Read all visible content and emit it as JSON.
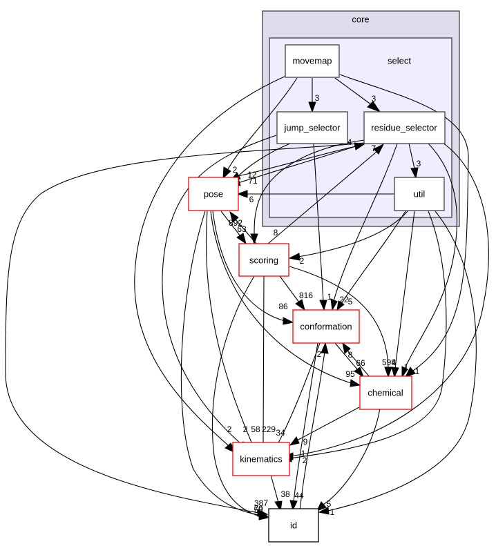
{
  "diagram": {
    "type": "directory-dependency-graph",
    "clusters": [
      {
        "id": "core",
        "label": "core"
      },
      {
        "id": "select",
        "label": "select",
        "parent": "core"
      }
    ],
    "nodes": [
      {
        "id": "movemap",
        "label": "movemap",
        "cluster": "select",
        "style": "subdir"
      },
      {
        "id": "jump_selector",
        "label": "jump_selector",
        "cluster": "select",
        "style": "subdir"
      },
      {
        "id": "residue_selector",
        "label": "residue_selector",
        "cluster": "select",
        "style": "subdir"
      },
      {
        "id": "util",
        "label": "util",
        "cluster": "select",
        "style": "subdir"
      },
      {
        "id": "pose",
        "label": "pose",
        "style": "external"
      },
      {
        "id": "scoring",
        "label": "scoring",
        "style": "external"
      },
      {
        "id": "conformation",
        "label": "conformation",
        "style": "external"
      },
      {
        "id": "chemical",
        "label": "chemical",
        "style": "external"
      },
      {
        "id": "kinematics",
        "label": "kinematics",
        "style": "external"
      },
      {
        "id": "id",
        "label": "id",
        "style": "plain"
      }
    ],
    "edges": [
      {
        "from": "movemap",
        "to": "jump_selector",
        "label": "3"
      },
      {
        "from": "movemap",
        "to": "residue_selector",
        "label": "3"
      },
      {
        "from": "movemap",
        "to": "pose",
        "label": "2"
      },
      {
        "from": "movemap",
        "to": "kinematics",
        "label": "2"
      },
      {
        "from": "movemap",
        "to": "chemical",
        "label": "1"
      },
      {
        "from": "jump_selector",
        "to": "pose",
        "label": "12"
      },
      {
        "from": "jump_selector",
        "to": "conformation",
        "label": "1"
      },
      {
        "from": "jump_selector",
        "to": "kinematics",
        "label": "2"
      },
      {
        "from": "residue_selector",
        "to": "util",
        "label": "3"
      },
      {
        "from": "residue_selector",
        "to": "pose",
        "label": "71"
      },
      {
        "from": "residue_selector",
        "to": "conformation",
        "label": "22"
      },
      {
        "from": "residue_selector",
        "to": "chemical",
        "label": "1"
      },
      {
        "from": "residue_selector",
        "to": "id",
        "label": "70"
      },
      {
        "from": "residue_selector",
        "to": "kinematics",
        "label": "1"
      },
      {
        "from": "util",
        "to": "pose",
        "label": "6"
      },
      {
        "from": "util",
        "to": "scoring",
        "label": "2"
      },
      {
        "from": "util",
        "to": "conformation",
        "label": "5"
      },
      {
        "from": "util",
        "to": "chemical",
        "label": "4"
      },
      {
        "from": "util",
        "to": "kinematics",
        "label": "2"
      },
      {
        "from": "util",
        "to": "id",
        "label": "1"
      },
      {
        "from": "pose",
        "to": "residue_selector",
        "label": "4"
      },
      {
        "from": "pose",
        "to": "scoring",
        "label": "63"
      },
      {
        "from": "pose",
        "to": "conformation",
        "label": "86"
      },
      {
        "from": "pose",
        "to": "chemical",
        "label": "95"
      },
      {
        "from": "pose",
        "to": "kinematics",
        "label": "58"
      },
      {
        "from": "pose",
        "to": "id",
        "label": "387"
      },
      {
        "from": "scoring",
        "to": "pose",
        "label": "892"
      },
      {
        "from": "scoring",
        "to": "residue_selector",
        "label": "7"
      },
      {
        "from": "scoring",
        "to": "conformation",
        "label": "816"
      },
      {
        "from": "scoring",
        "to": "chemical",
        "label": "598"
      },
      {
        "from": "scoring",
        "to": "kinematics",
        "label": "229"
      },
      {
        "from": "scoring",
        "to": "id",
        "label": "58"
      },
      {
        "from": "residue_selector",
        "to": "scoring",
        "label": "8"
      },
      {
        "from": "conformation",
        "to": "chemical",
        "label": "66"
      },
      {
        "from": "conformation",
        "to": "kinematics",
        "label": "34"
      },
      {
        "from": "conformation",
        "to": "id",
        "label": "44"
      },
      {
        "from": "chemical",
        "to": "conformation",
        "label": "8"
      },
      {
        "from": "chemical",
        "to": "kinematics",
        "label": "9"
      },
      {
        "from": "chemical",
        "to": "id",
        "label": "5"
      },
      {
        "from": "kinematics",
        "to": "id",
        "label": "38"
      },
      {
        "from": "id",
        "to": "conformation",
        "label": "2"
      }
    ]
  }
}
